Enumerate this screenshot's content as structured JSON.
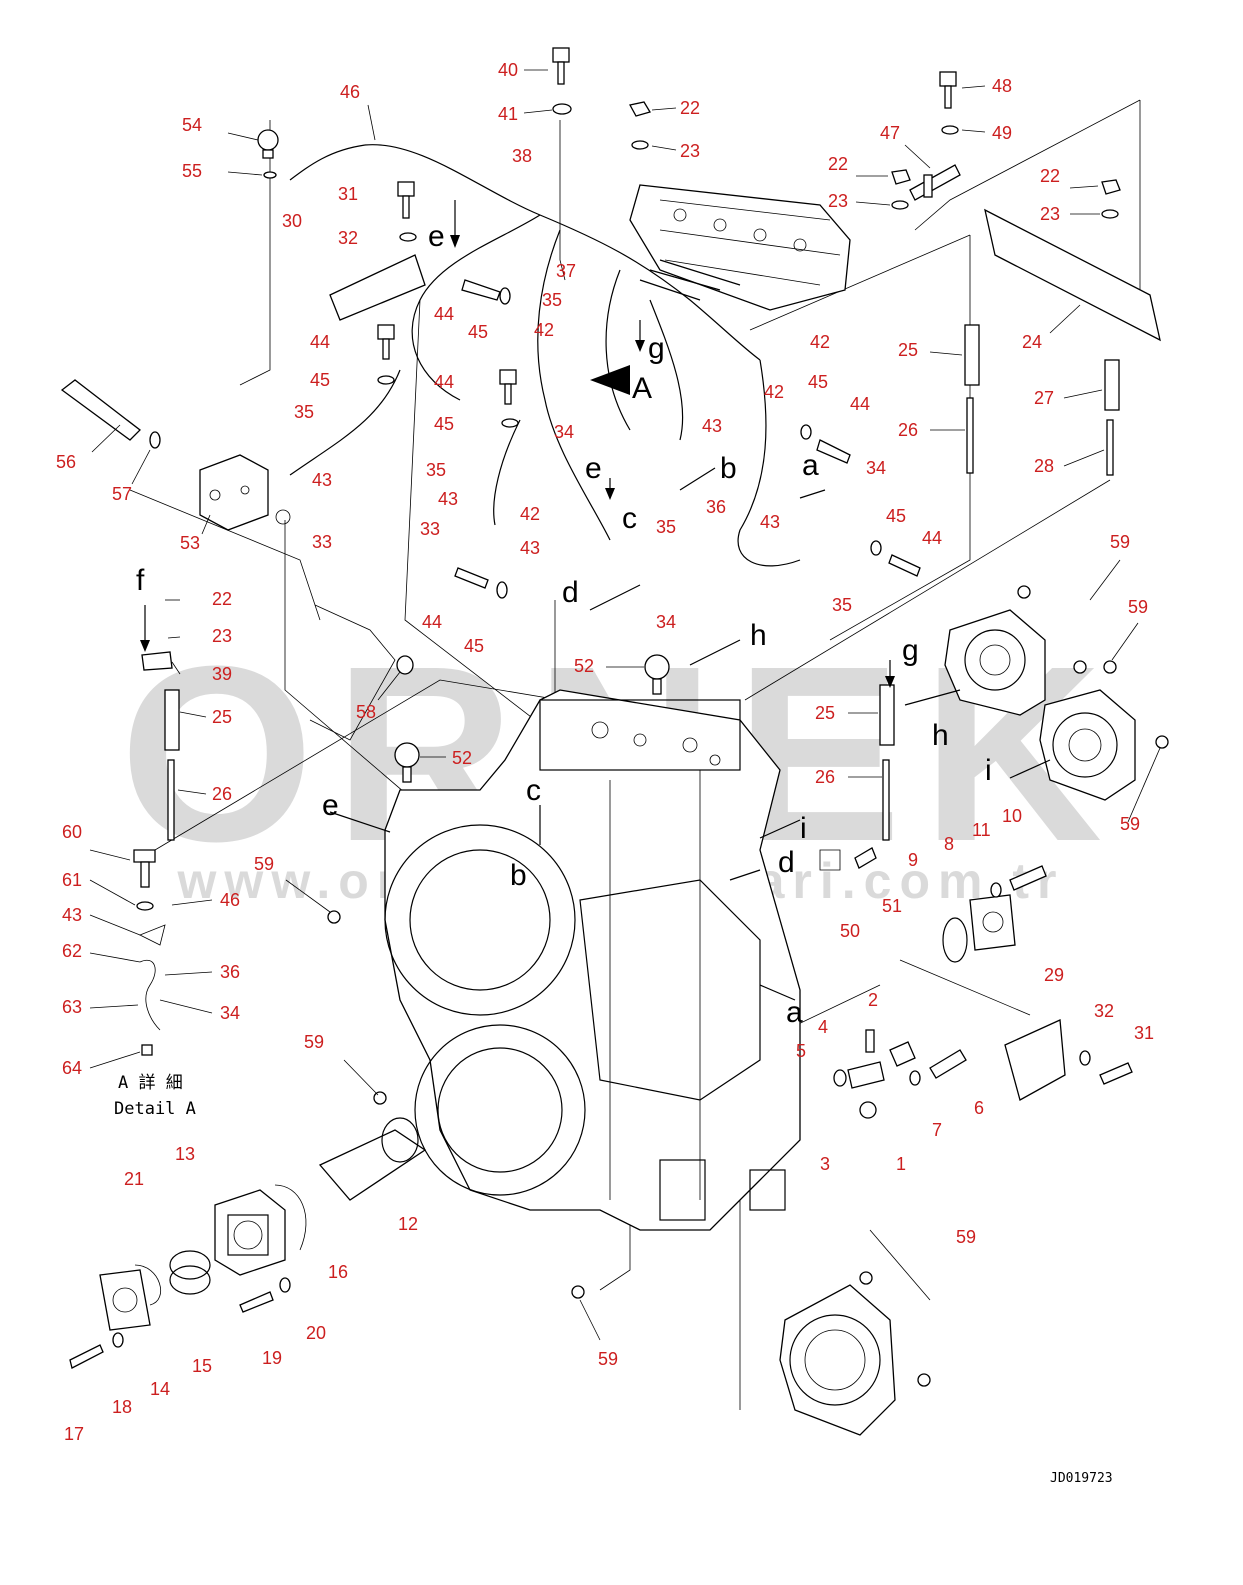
{
  "watermark": {
    "brand": "ORNEK",
    "site": "www.ornekmakinalari.com.tr"
  },
  "drawing_code": "JD019723",
  "detail_label": {
    "japanese": "A 詳 細",
    "english": "Detail A"
  },
  "view_letters": [
    "a",
    "b",
    "c",
    "d",
    "e",
    "f",
    "g",
    "h",
    "i",
    "A"
  ],
  "callouts": [
    "1",
    "2",
    "3",
    "4",
    "5",
    "6",
    "7",
    "8",
    "9",
    "10",
    "11",
    "12",
    "13",
    "14",
    "15",
    "16",
    "17",
    "18",
    "19",
    "20",
    "21",
    "22",
    "23",
    "24",
    "25",
    "26",
    "27",
    "28",
    "29",
    "30",
    "31",
    "32",
    "33",
    "34",
    "35",
    "36",
    "37",
    "38",
    "39",
    "40",
    "41",
    "42",
    "43",
    "44",
    "45",
    "46",
    "47",
    "48",
    "49",
    "50",
    "51",
    "52",
    "53",
    "54",
    "55",
    "56",
    "57",
    "58",
    "59",
    "60",
    "61",
    "62",
    "63",
    "64"
  ],
  "colors": {
    "callout": "#cc1f1f",
    "line": "#000000",
    "watermark": "#bdbdbd",
    "highlight": "#f0c040"
  }
}
